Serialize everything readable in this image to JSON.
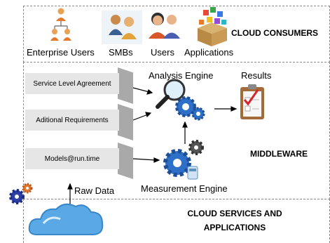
{
  "consumers": {
    "icons": [
      {
        "label": "Enterprise Users",
        "icon": "enterprise-hierarchy-icon"
      },
      {
        "label": "SMBs",
        "icon": "two-people-icon"
      },
      {
        "label": "Users",
        "icon": "two-users-icon"
      },
      {
        "label": "Applications",
        "icon": "app-box-icon"
      }
    ],
    "title": "CLOUD CONSUMERS"
  },
  "middleware": {
    "inputs": [
      "Service Level Agreement",
      "Aditional Requirements",
      "Models@run.time"
    ],
    "analysis_engine": "Analysis Engine",
    "measurement_engine": "Measurement Engine",
    "results": "Results",
    "title": "MIDDLEWARE"
  },
  "services": {
    "raw_data": "Raw Data",
    "title_line1": "CLOUD SERVICES AND",
    "title_line2": "APPLICATIONS"
  },
  "colors": {
    "box_fill": "#e6e6e6",
    "box_shadow": "#a9a9a9",
    "gear_blue": "#2e6fc7",
    "cloud_blue": "#5aa9e6"
  }
}
